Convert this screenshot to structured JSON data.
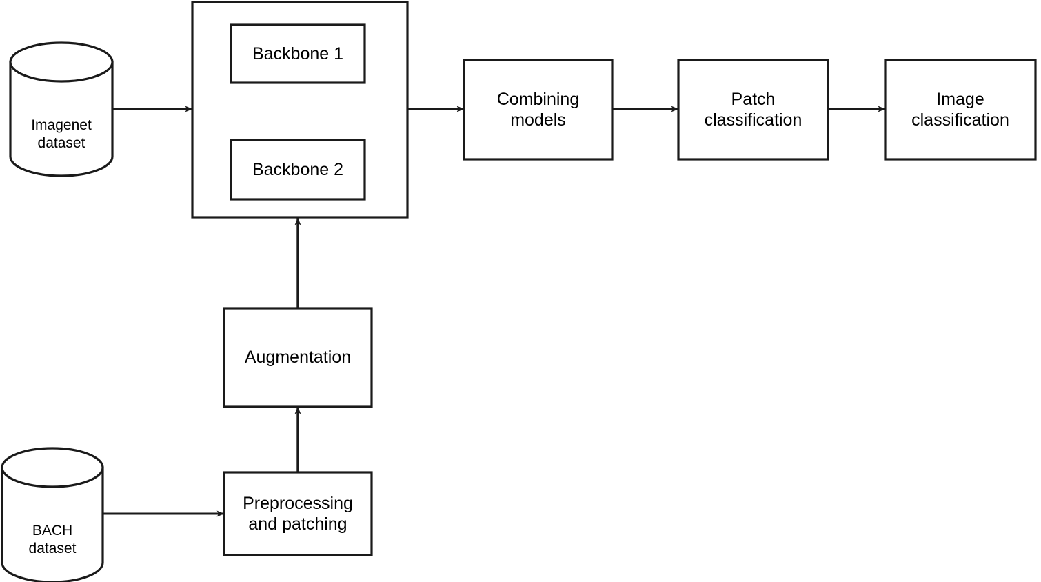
{
  "diagram": {
    "title": "Deep learning pipeline flow diagram",
    "stroke_color": "#1a1a1a",
    "fill_color": "#ffffff",
    "nodes": {
      "imagenet_dataset": {
        "label": "Imagenet\ndataset",
        "shape": "cylinder"
      },
      "bach_dataset": {
        "label": "BACH\ndataset",
        "shape": "cylinder"
      },
      "model_container": {
        "label": "",
        "shape": "rectangle"
      },
      "backbone_1": {
        "label": "Backbone 1",
        "shape": "rectangle"
      },
      "backbone_2": {
        "label": "Backbone 2",
        "shape": "rectangle"
      },
      "combining_models": {
        "label": "Combining\nmodels",
        "shape": "rectangle"
      },
      "patch_classification": {
        "label": "Patch\nclassification",
        "shape": "rectangle"
      },
      "image_classification": {
        "label": "Image\nclassification",
        "shape": "rectangle"
      },
      "augmentation": {
        "label": "Augmentation",
        "shape": "rectangle"
      },
      "preprocessing_and_patching": {
        "label": "Preprocessing\nand patching",
        "shape": "rectangle"
      }
    },
    "edges": [
      {
        "name": "imagenet-to-model",
        "from": "imagenet_dataset",
        "to": "model_container",
        "direction": "right"
      },
      {
        "name": "model-to-combining",
        "from": "model_container",
        "to": "combining_models",
        "direction": "right"
      },
      {
        "name": "combining-to-patch",
        "from": "combining_models",
        "to": "patch_classification",
        "direction": "right"
      },
      {
        "name": "patch-to-image",
        "from": "patch_classification",
        "to": "image_classification",
        "direction": "right"
      },
      {
        "name": "augmentation-to-model",
        "from": "augmentation",
        "to": "model_container",
        "direction": "up"
      },
      {
        "name": "preprocessing-to-augmentation",
        "from": "preprocessing_and_patching",
        "to": "augmentation",
        "direction": "up"
      },
      {
        "name": "bach-to-preprocessing",
        "from": "bach_dataset",
        "to": "preprocessing_and_patching",
        "direction": "right"
      }
    ]
  }
}
